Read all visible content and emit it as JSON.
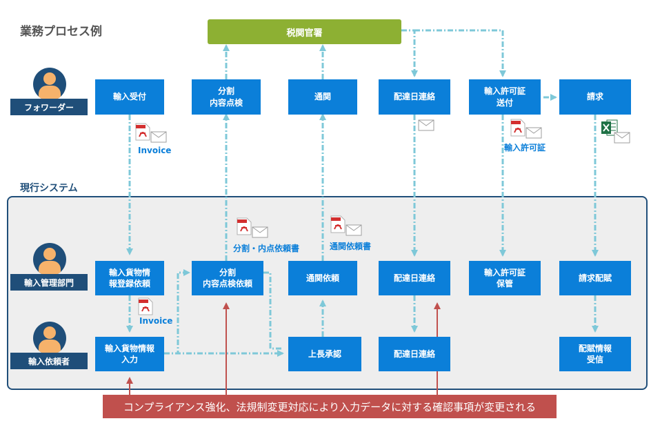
{
  "title": "業務プロセス例",
  "current_system_label": "現行システム",
  "customs_label": "税関官署",
  "roles": {
    "forwarder": "フォワーダー",
    "import_admin": "輸入管理部門",
    "import_requester": "輸入依頼者"
  },
  "forwarder_steps": {
    "import_receipt": "輸入受付",
    "split_check": "分割\n内容点検",
    "clearance": "通関",
    "delivery_contact": "配達日連絡",
    "permit_send": "輸入許可証\n送付",
    "billing": "請求"
  },
  "admin_steps": {
    "cargo_registration_request": "輸入貨物情\n報登録依頼",
    "split_check_request": "分割\n内容点検依頼",
    "clearance_request": "通関依頼",
    "delivery_contact": "配達日連絡",
    "permit_storage": "輸入許可証\n保管",
    "billing_distribution": "請求配賦"
  },
  "requester_steps": {
    "cargo_input": "輸入貨物情報\n入力",
    "manager_approval": "上長承認",
    "delivery_contact": "配達日連絡",
    "distribution_receipt": "配賦情報\n受信"
  },
  "documents": {
    "invoice_top": "Invoice",
    "import_permit": "輸入許可証",
    "split_request_doc": "分割・内点依頼書",
    "clearance_request_doc": "通関依頼書",
    "invoice_bottom": "Invoice"
  },
  "banner_text": "コンプライアンス強化、法規制変更対応により入力データに対する確認事項が変更される",
  "colors": {
    "box_blue": "#0b7fd9",
    "customs_green": "#8db033",
    "role_navy": "#1f4e79",
    "connector_teal": "#7ec8d8",
    "banner_red": "#c0504d"
  }
}
